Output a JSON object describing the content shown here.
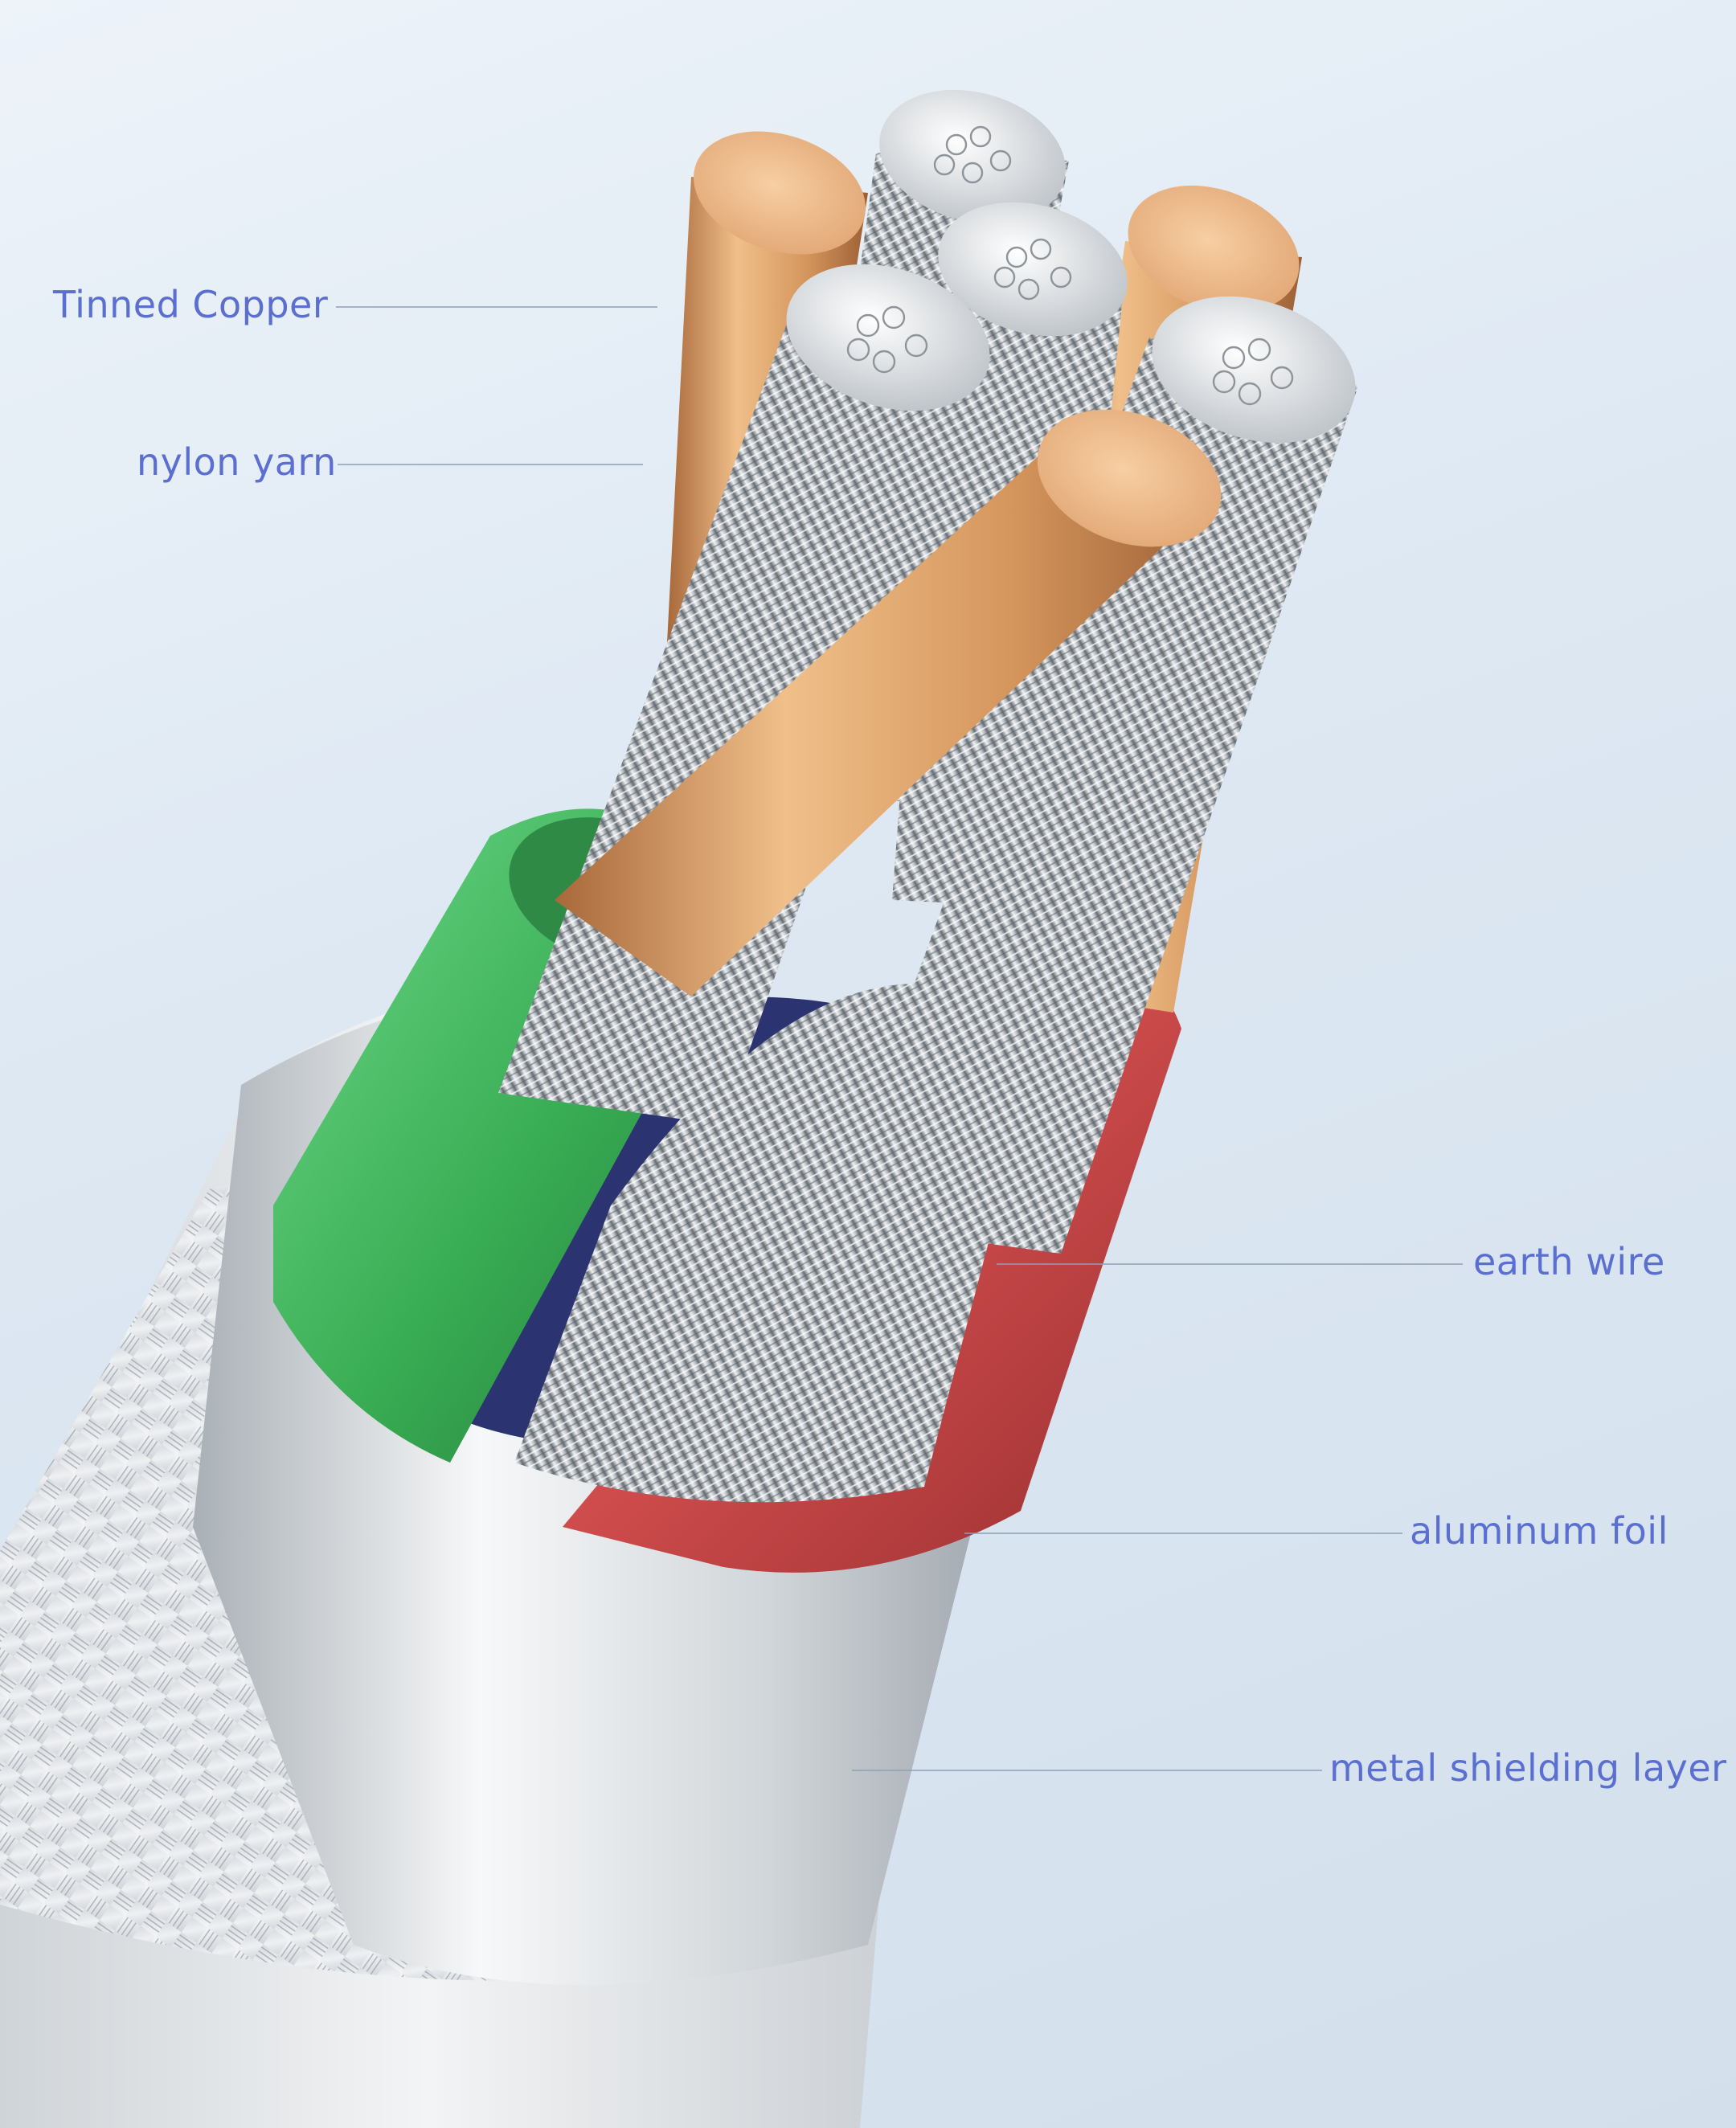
{
  "labels": {
    "tinned_copper": "Tinned Copper",
    "nylon_yarn": "nylon yarn",
    "earth_wire": "earth wire",
    "aluminum_foil": "aluminum foil",
    "metal_shielding_layer": "metal shielding layer"
  },
  "colors": {
    "label_text": "#5b6fd0",
    "copper": "#d79a5e",
    "green_insulation": "#3fb35a",
    "red_insulation": "#cf5050",
    "aluminum": "#d6dadd"
  }
}
